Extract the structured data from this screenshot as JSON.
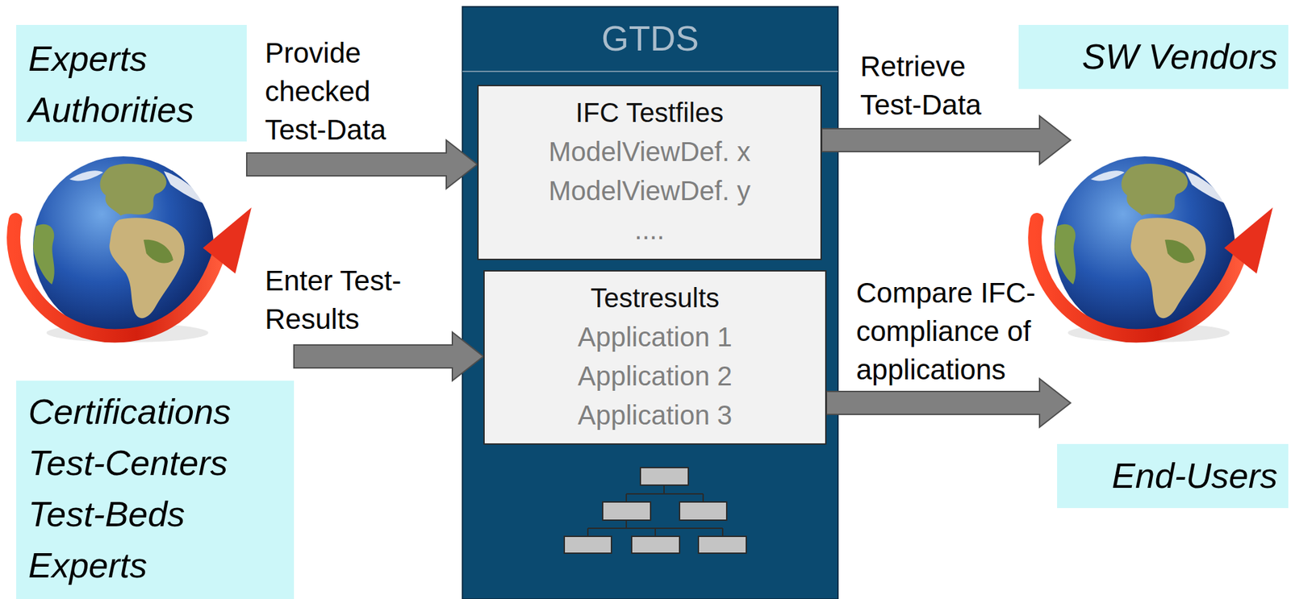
{
  "diagram": {
    "nodes": [
      {
        "text": [
          "Experts Authorities"
        ]
      },
      {
        "text": [
          "Certifications Test-Centers Test-Beds Experts"
        ]
      },
      {
        "text": [
          "GTDS"
        ]
      },
      {
        "text": [
          "IFC Testfiles",
          "ModelViewDef. x",
          "ModelViewDef. y",
          "...."
        ],
        "in": 2
      },
      {
        "text": [
          "Testresults",
          "Application 1",
          "Application 2",
          "Application 3"
        ],
        "in": 2
      },
      {
        "text": [
          "SW Vendors"
        ]
      },
      {
        "text": [
          "End-Users"
        ]
      }
    ],
    "edges": [
      {
        "from": 0,
        "to": 3,
        "label": "Provide checked Test-Data",
        "arrow": "to"
      },
      {
        "from": 1,
        "to": 4,
        "label": "Enter Test-Results",
        "arrow": "to"
      },
      {
        "from": 3,
        "to": 5,
        "label": "Retrieve Test-Data",
        "arrow": "to"
      },
      {
        "from": 4,
        "to": 6,
        "label": "Compare IFC-compliance of applications",
        "arrow": "to"
      }
    ]
  }
}
